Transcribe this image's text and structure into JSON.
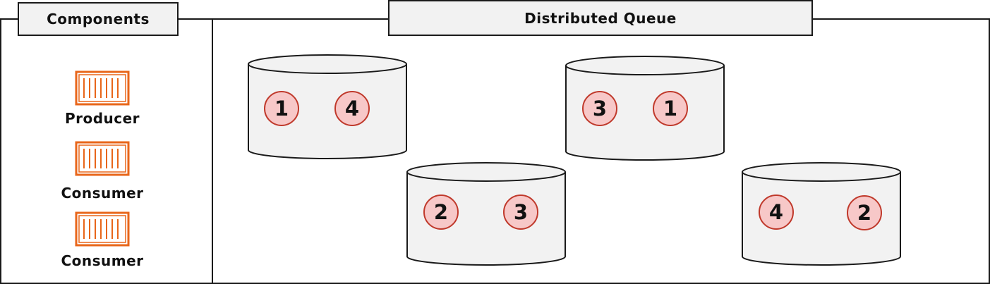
{
  "colors": {
    "container_orange": "#e8661a",
    "message_fill": "#f7c8c8",
    "message_border": "#c0392b",
    "storage_fill": "#f2f2f2"
  },
  "components": {
    "title": "Components",
    "items": [
      {
        "label": "Producer",
        "icon": "container-icon"
      },
      {
        "label": "Consumer",
        "icon": "container-icon"
      },
      {
        "label": "Consumer",
        "icon": "container-icon"
      }
    ]
  },
  "queue": {
    "title": "Distributed Queue",
    "nodes": [
      {
        "messages": [
          "1",
          "4"
        ]
      },
      {
        "messages": [
          "3",
          "1"
        ]
      },
      {
        "messages": [
          "2",
          "3"
        ]
      },
      {
        "messages": [
          "4",
          "2"
        ]
      }
    ]
  }
}
